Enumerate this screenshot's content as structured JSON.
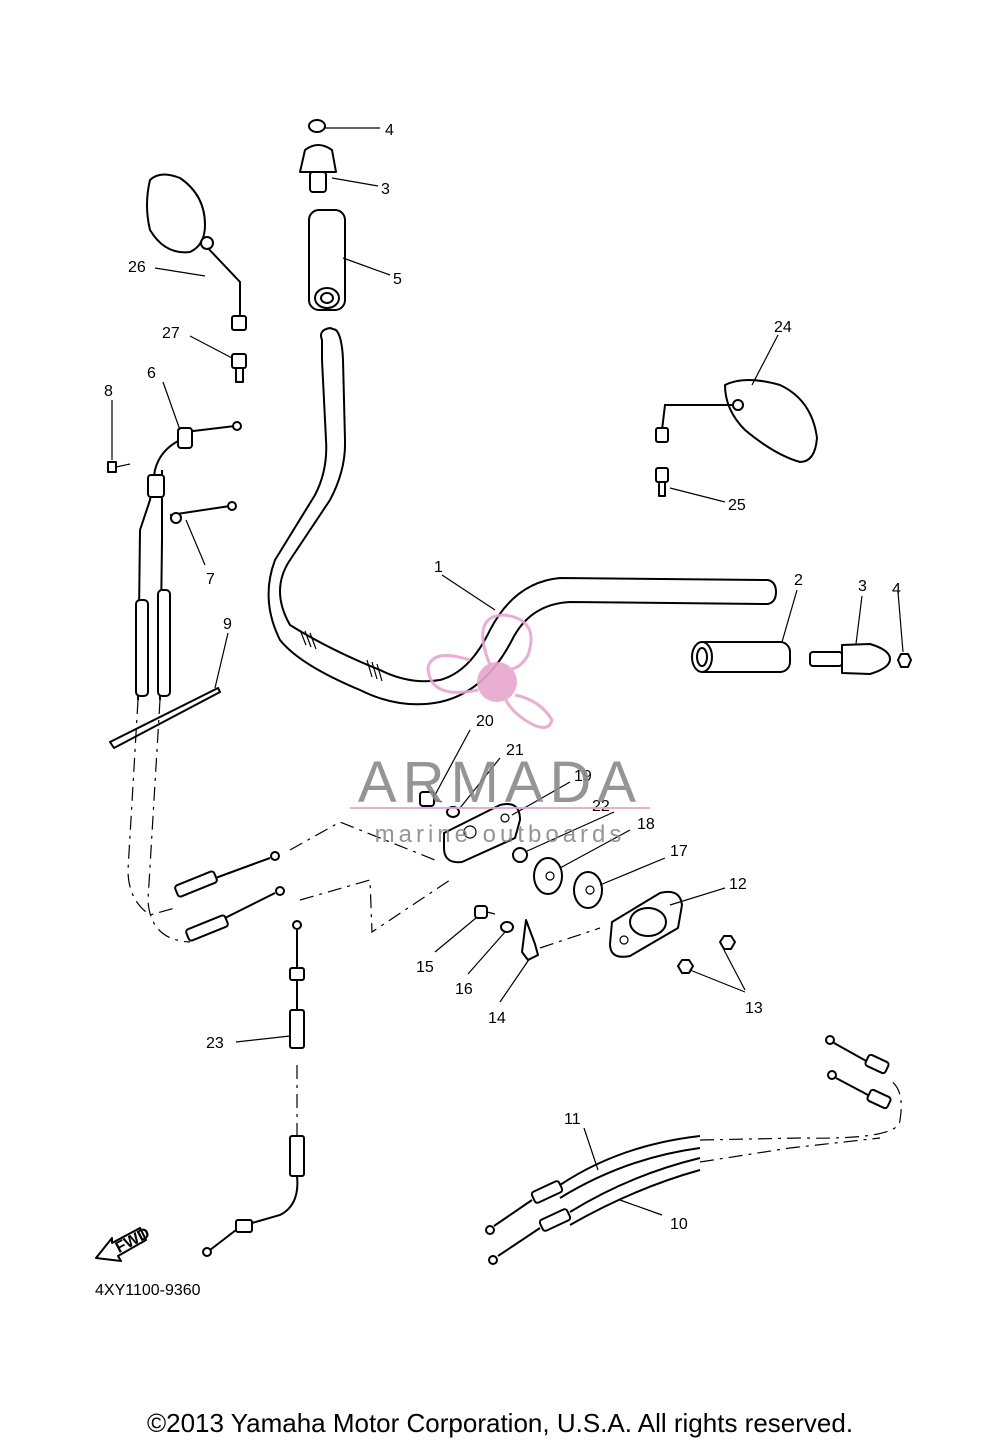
{
  "diagram_code": "4XY1100-9360",
  "copyright": "©2013 Yamaha Motor Corporation, U.S.A. All rights reserved.",
  "fwd_label": "FWD",
  "watermark": {
    "brand": "ARMADA",
    "tagline": "marine outboards",
    "color": "#e8a6cf",
    "text_color": "#8a8a8a"
  },
  "callouts": {
    "n1": "1",
    "n2": "2",
    "n3a": "3",
    "n3b": "3",
    "n4a": "4",
    "n4b": "4",
    "n5": "5",
    "n6": "6",
    "n7": "7",
    "n8": "8",
    "n9": "9",
    "n10": "10",
    "n11": "11",
    "n12": "12",
    "n13": "13",
    "n14": "14",
    "n15": "15",
    "n16": "16",
    "n17": "17",
    "n18": "18",
    "n19": "19",
    "n20": "20",
    "n21": "21",
    "n22": "22",
    "n23": "23",
    "n24": "24",
    "n25": "25",
    "n26": "26",
    "n27": "27"
  }
}
